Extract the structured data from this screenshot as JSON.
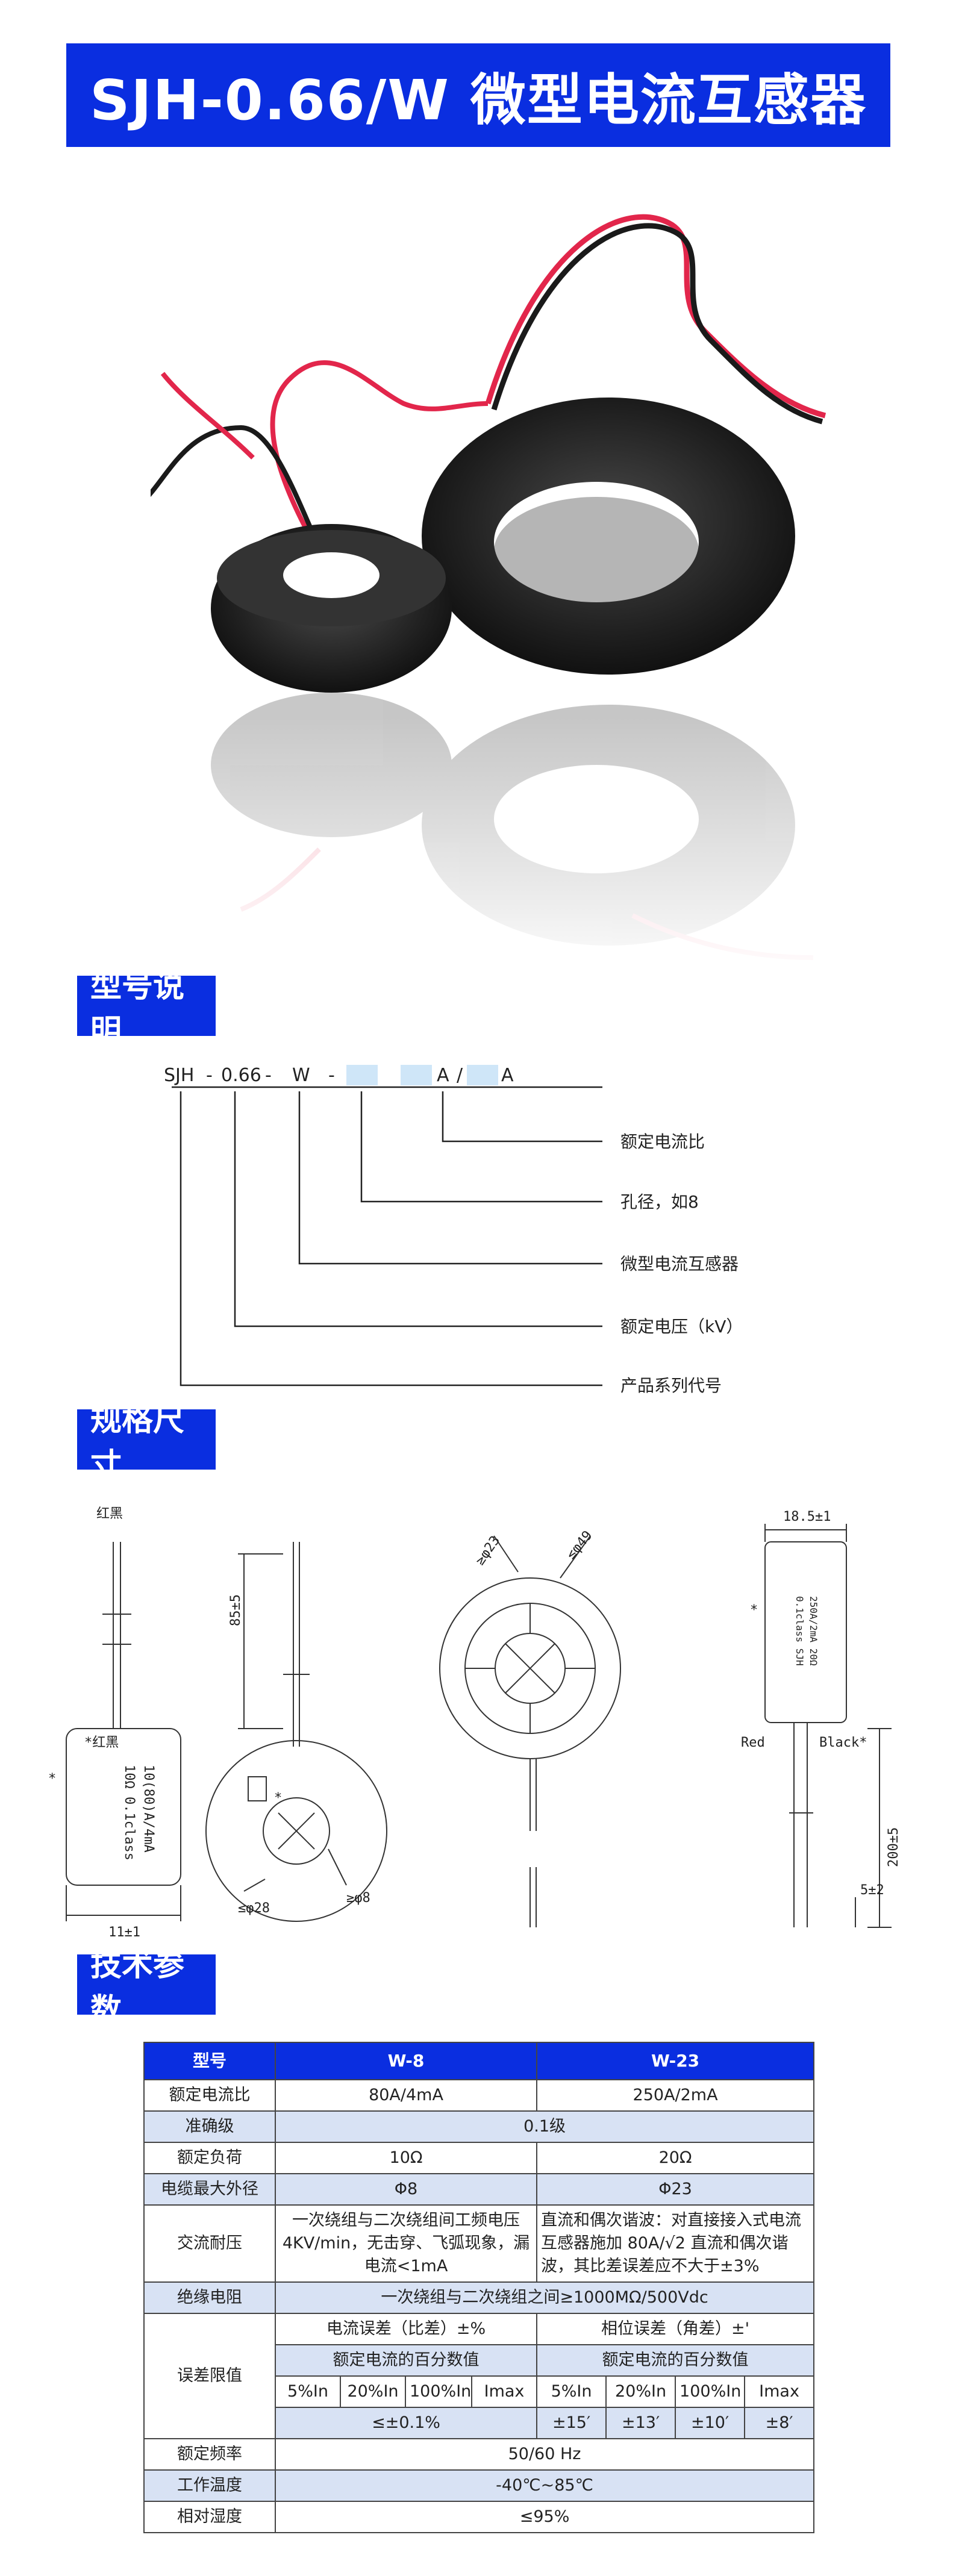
{
  "title": "SJH-0.66/W 微型电流互感器",
  "sections": {
    "model": "型号说明",
    "dimensions": "规格尺寸",
    "params": "技术参数"
  },
  "model_code": {
    "p1": "SJH",
    "d1": "-",
    "p2": "0.66",
    "d2": "-",
    "p3": "W",
    "d3": "-",
    "p4": "A",
    "slash": "/",
    "p5": "A",
    "notes": [
      "额定电流比",
      "孔径，如8",
      "微型电流互感器",
      "额定电压（kV）",
      "产品系列代号"
    ]
  },
  "dim_labels": {
    "wire_colors": "红黑",
    "star_left": "*",
    "star_red": "*红黑",
    "rating": "10(80)A/4mA",
    "rating2": "10Ω  0.1class",
    "width11": "11±1",
    "len85": "85±5",
    "dia28": "≤φ28",
    "dia8": "≥φ8",
    "star_mid": "*",
    "dia23": "≥φ23",
    "dia49": "≤φ49",
    "w185": "18.5±1",
    "star_right": "*",
    "spec_right1": "250A/2mA  20Ω",
    "spec_right2": "0.1class  SJH",
    "red": "Red",
    "black": "Black*",
    "len200": "200±5",
    "len5": "5±2"
  },
  "table": {
    "headers": [
      "型号",
      "W-8",
      "W-23"
    ],
    "rows": {
      "ratio": [
        "额定电流比",
        "80A/4mA",
        "250A/2mA"
      ],
      "accuracy": [
        "准确级",
        "0.1级"
      ],
      "burden": [
        "额定负荷",
        "10Ω",
        "20Ω"
      ],
      "cable": [
        "电缆最大外径",
        "Φ8",
        "Φ23"
      ],
      "withstand": [
        "交流耐压",
        "一次绕组与二次绕组间工频电压 4KV/min，无击穿、飞弧现象，漏电流<1mA",
        "直流和偶次谐波：对直接接入式电流互感器施加 80A/√2 直流和偶次谐波，其比差误差应不大于±3%"
      ],
      "insulation": [
        "绝缘电阻",
        "一次绕组与二次绕组之间≥1000MΩ/500Vdc"
      ],
      "error_label": "误差限值",
      "error_h1": [
        "电流误差（比差）±%",
        "相位误差（角差）±'"
      ],
      "error_h2": [
        "额定电流的百分数值",
        "额定电流的百分数值"
      ],
      "error_pct": [
        "5%In",
        "20%In",
        "100%In",
        "Imax",
        "5%In",
        "20%In",
        "100%In",
        "Imax"
      ],
      "error_vals": [
        "≤±0.1%",
        "±15′",
        "±13′",
        "±10′",
        "±8′"
      ],
      "freq": [
        "额定频率",
        "50/60 Hz"
      ],
      "temp": [
        "工作温度",
        "-40℃~85℃"
      ],
      "humidity": [
        "相对湿度",
        "≤95%"
      ]
    }
  },
  "colors": {
    "brand": "#0a2ee0",
    "table_shade": "#d8e2f4",
    "code_box": "#cfe6f8"
  }
}
